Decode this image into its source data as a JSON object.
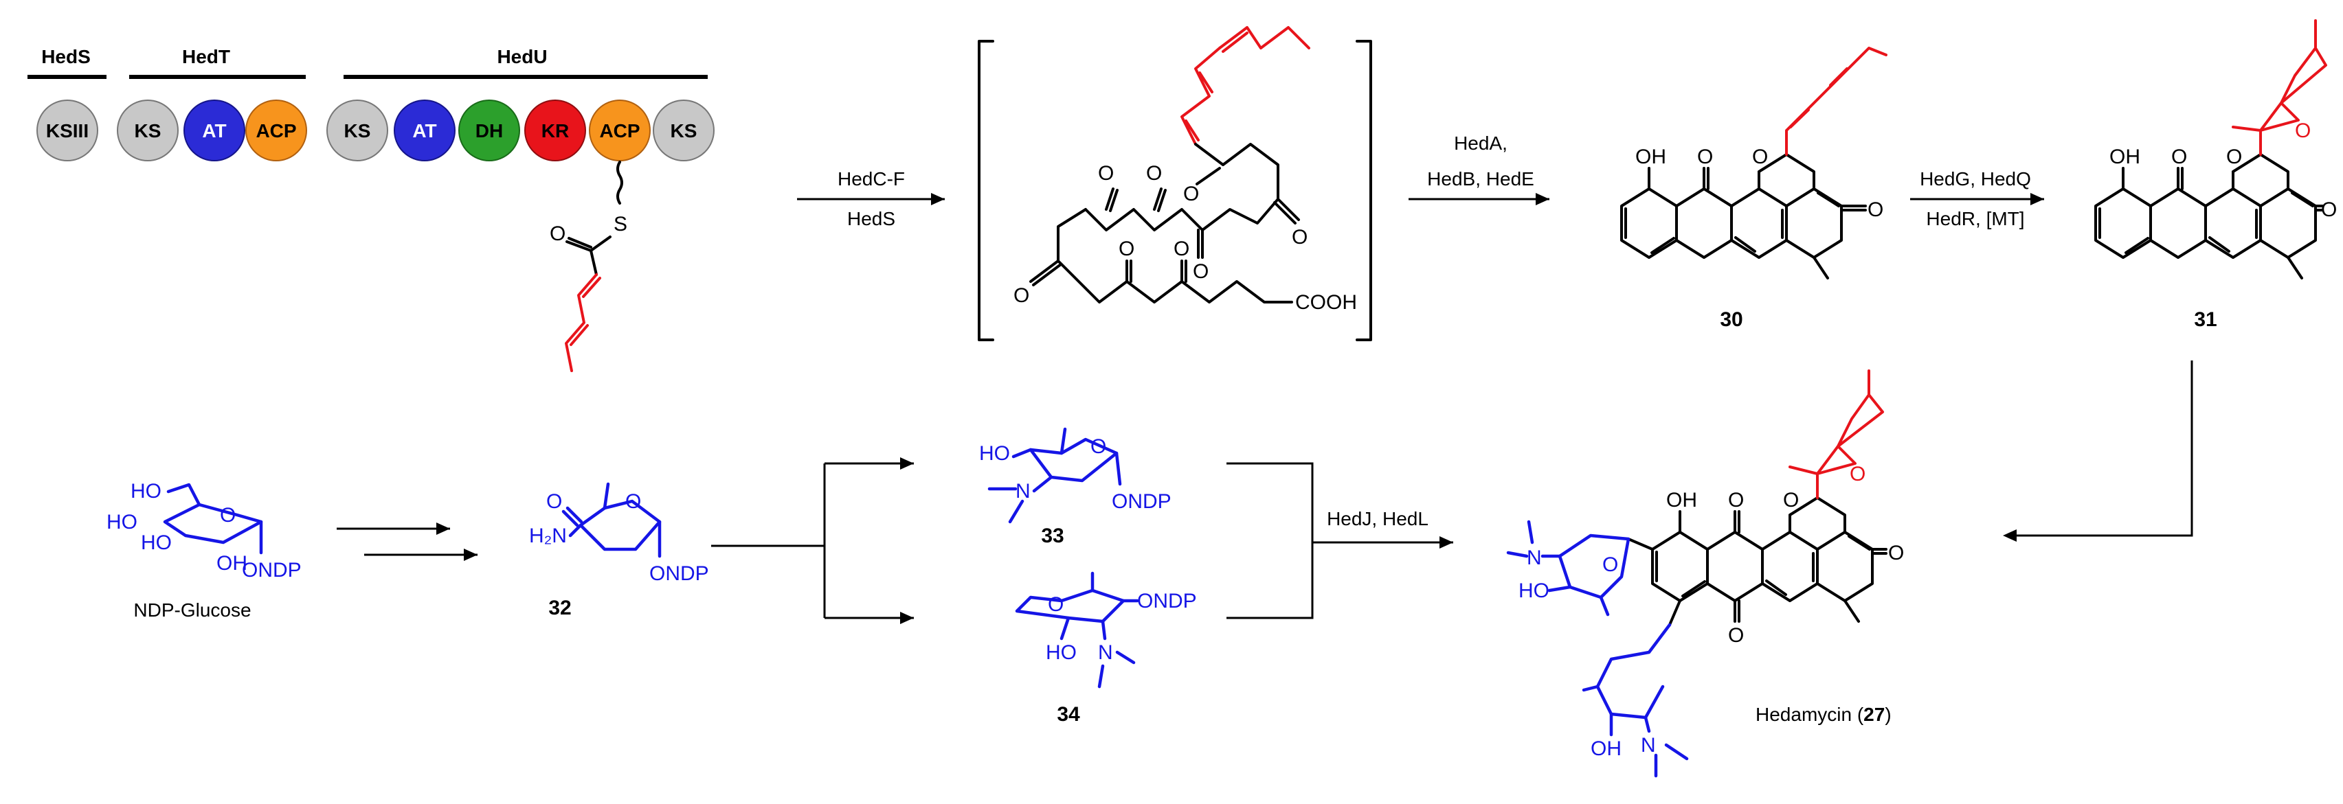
{
  "colors": {
    "ks": "#bfbfbf",
    "at": "#2b2bd6",
    "acp": "#f7941d",
    "dh": "#2ca02c",
    "kr": "#e8141b",
    "polyketide_bond": "#e8141b",
    "sugar": "#1515e6"
  },
  "pks": {
    "genes": [
      "HedS",
      "HedT",
      "HedU"
    ],
    "hedS_domains": [
      "KSIII"
    ],
    "hedT_domains": [
      "KS",
      "AT",
      "ACP"
    ],
    "hedU_domains": [
      "KS",
      "AT",
      "DH",
      "KR",
      "ACP",
      "KS"
    ],
    "thioester_atoms": [
      "S",
      "O"
    ]
  },
  "steps": {
    "step1_top": "HedC-F",
    "step1_bottom": "HedS",
    "step2_line1": "HedA,",
    "step2_line2": "HedB, HedE",
    "step3_top": "HedG, HedQ",
    "step3_bottom": "HedR, [MT]",
    "step4": "HedJ, HedL"
  },
  "intermediate_atoms": [
    "O",
    "O",
    "O",
    "O",
    "O",
    "O",
    "O",
    "O",
    "COOH"
  ],
  "compounds": {
    "c30": {
      "label": "30",
      "atoms": [
        "OH",
        "O",
        "O",
        "O"
      ]
    },
    "c31": {
      "label": "31",
      "atoms": [
        "OH",
        "O",
        "O",
        "O",
        "O"
      ]
    },
    "c32": {
      "label": "32",
      "atoms": [
        "O",
        "H₂N",
        "O",
        "ONDP"
      ]
    },
    "c33": {
      "label": "33",
      "atoms": [
        "HO",
        "N",
        "O",
        "ONDP"
      ]
    },
    "c34": {
      "label": "34",
      "atoms": [
        "O",
        "ONDP",
        "HO",
        "N"
      ]
    },
    "glucose": {
      "label": "NDP-Glucose",
      "atoms": [
        "HO",
        "HO",
        "HO",
        "O",
        "OH",
        "ONDP"
      ]
    },
    "hedamycin": {
      "name": "Hedamycin (",
      "number": "27",
      "close": ")",
      "atoms": [
        "OH",
        "O",
        "O",
        "O",
        "O",
        "O",
        "N",
        "HO",
        "O",
        "OH",
        "N"
      ]
    }
  }
}
